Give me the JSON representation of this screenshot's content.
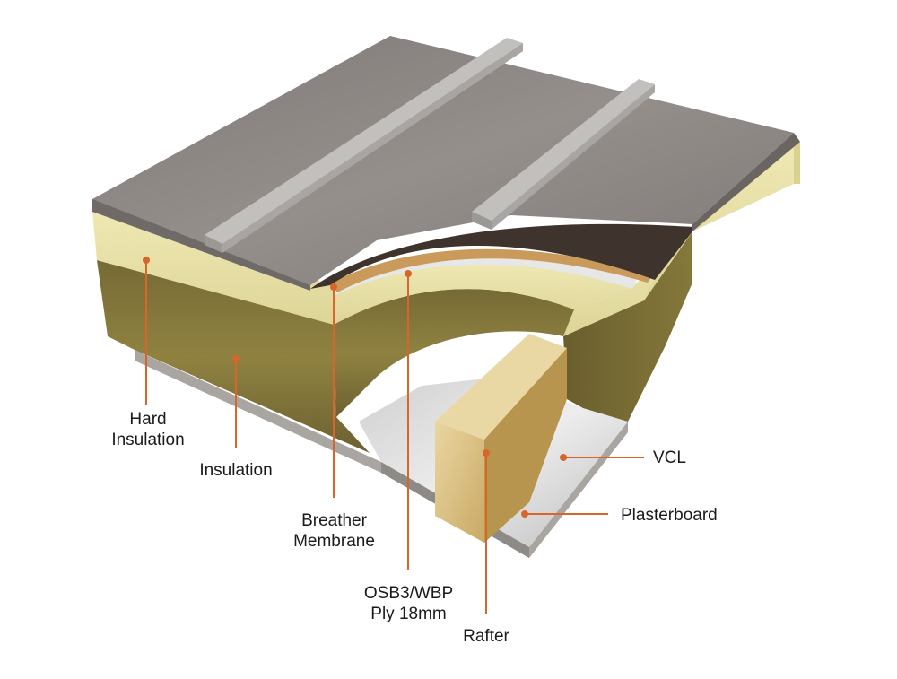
{
  "diagram": {
    "labels": {
      "hard_insulation": [
        "Hard",
        "Insulation"
      ],
      "insulation": "Insulation",
      "breather_membrane": [
        "Breather",
        "Membrane"
      ],
      "osb_ply": [
        "OSB3/WBP",
        "Ply 18mm"
      ],
      "rafter": "Rafter",
      "vcl": "VCL",
      "plasterboard": "Plasterboard"
    },
    "colors": {
      "leader": "#d9652b",
      "metal_top": "#8d8785",
      "metal_edge": "#6f6a68",
      "seam": "#b9b7b4",
      "rigid_insulation": "#e6dfa6",
      "wool_insulation": "#8b7e3e",
      "membrane": "#3e332d",
      "ply": "#c99a5a",
      "timber": "#e0c58a",
      "vcl": "#d8d8d8",
      "plasterboard": "#a9a6a1"
    }
  }
}
